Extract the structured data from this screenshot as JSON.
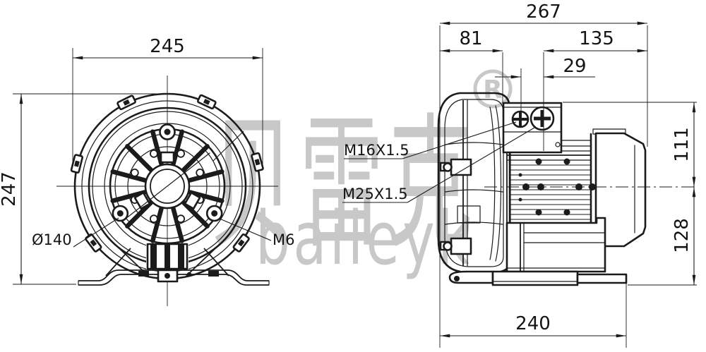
{
  "watermark": {
    "brand_cn": "贝雷克",
    "brand_latin": "baileyk",
    "registered_mark": "R"
  },
  "front_view": {
    "dim_width": "245",
    "dim_height": "247",
    "label_bolt_circle": "Ø140",
    "label_thread": "M6"
  },
  "side_view": {
    "dim_overall_length": "267",
    "dim_housing_to_terminal_box": "81",
    "dim_gland_to_motor_end": "135",
    "dim_gland_spacing": "29",
    "dim_axis_to_top": "111",
    "dim_axis_to_base": "128",
    "dim_base_length": "240",
    "label_cable_gland_small": "M16X1.5",
    "label_cable_gland_large": "M25X1.5"
  }
}
